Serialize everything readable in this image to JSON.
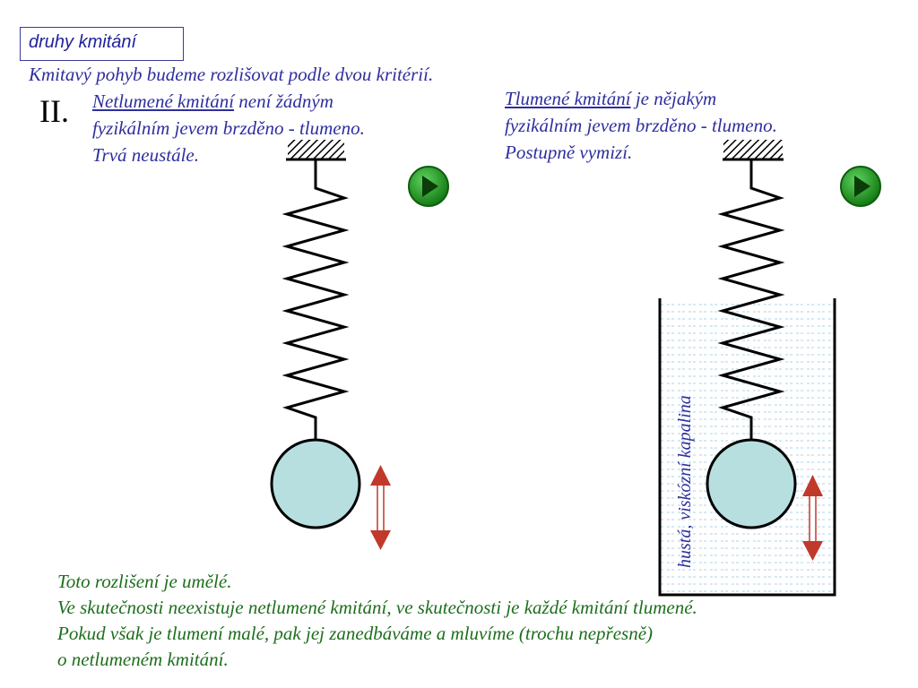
{
  "title": "druhy kmitání",
  "intro": "Kmitavý pohyb budeme rozlišovat podle dvou kritérií.",
  "roman": "II.",
  "undamped": {
    "term": "Netlumené kmitání",
    "line1_rest": " není žádným",
    "line2": "fyzikálním jevem brzděno - tlumeno.",
    "line3": "Trvá neustále."
  },
  "damped": {
    "term": "Tlumené kmitání",
    "line1_rest": " je nějakým",
    "line2": "fyzikálním jevem brzděno - tlumeno.",
    "line3": "Postupně vymizí."
  },
  "liquid_label": "hustá, viskózní kapalina",
  "footer": [
    "Toto rozlišení je umělé.",
    "Ve skutečnosti neexistuje netlumené kmitání, ve skutečnosti je každé kmitání tlumené.",
    "Pokud však je tlumení malé, pak jej zanedbáváme a mluvíme (trochu nepřesně)",
    "o netlumeném kmitání."
  ],
  "colors": {
    "text_blue": "#2e2e9e",
    "text_green": "#1d6e1d",
    "ball_fill": "#b7dfe0",
    "arrow_red": "#c0392b",
    "play_green": "#1f9a1f",
    "liquid_lines": "#a9d6e8"
  },
  "icons": [
    "play-icon",
    "hatched-support-icon",
    "spring-icon",
    "double-arrow-icon"
  ]
}
